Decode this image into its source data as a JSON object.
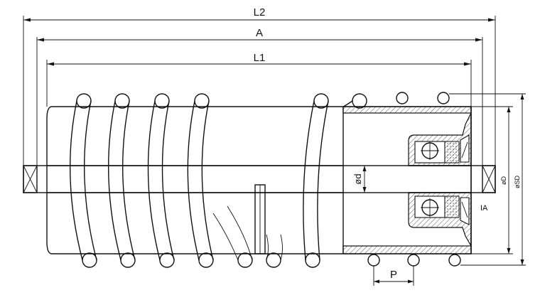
{
  "labels": {
    "L2": "L2",
    "A": "A",
    "L1": "L1",
    "shaft_dia": "ød",
    "D": "øD",
    "SD": "øSD",
    "IA": "IA",
    "P": "P"
  }
}
